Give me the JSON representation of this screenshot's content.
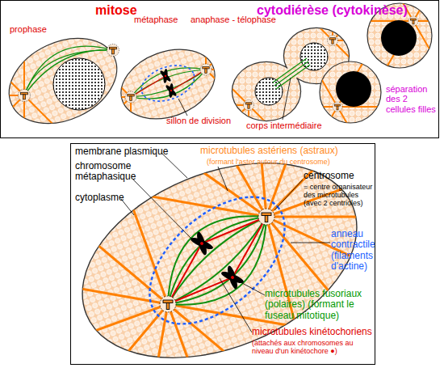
{
  "diagram": {
    "labels": [
      "mitose",
      "cytodiérèse (cytokinèse)",
      "prophase",
      "métaphase",
      "anaphase - télophase",
      "séparation des 2 cellules filles",
      "sillon de division",
      "corps intermédiaire",
      "membrane plasmique",
      "microtubules astériens (astraux)",
      "(formant l'aster autour du centrosome)",
      "centrosome",
      "= centre organisateur des microtubules (avec 2 centrioles)",
      "chromosome métaphasique",
      "cytoplasme",
      "anneau contractile (filaments d'actine)",
      "microtubules fusoriaux (polaires) (formant le fuseau mitotique)",
      "microtubules kinétochoriens",
      "(attachés aux chromosomes au niveau d'un kinétochore ●)"
    ]
  }
}
